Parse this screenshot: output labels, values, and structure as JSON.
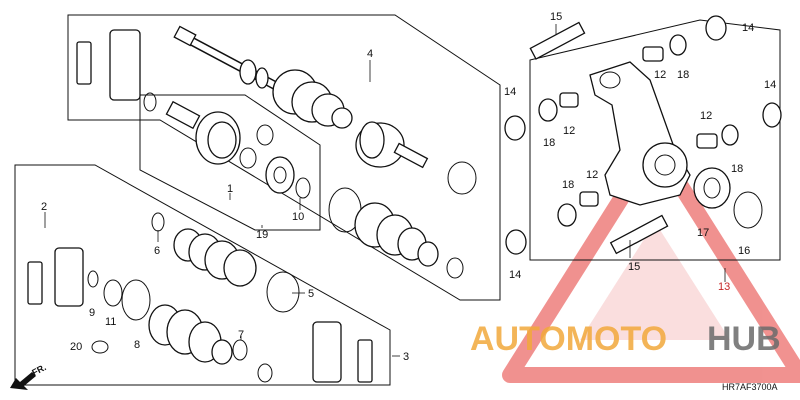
{
  "diagram": {
    "code": "HR7AF3700A",
    "direction_label": "FR.",
    "callouts": [
      "1",
      "2",
      "3",
      "4",
      "5",
      "6",
      "7",
      "8",
      "9",
      "10",
      "11",
      "12",
      "12",
      "12",
      "12",
      "13",
      "14",
      "14",
      "14",
      "14",
      "15",
      "15",
      "16",
      "17",
      "18",
      "18",
      "18",
      "18",
      "19",
      "20"
    ],
    "watermark": {
      "left": "AUTOMOTO",
      "right": "HUB",
      "colors": {
        "left": "#f2a93b",
        "right": "#6b6b6b",
        "triangle": "#e53935"
      }
    },
    "accent_color": "#c62828"
  }
}
